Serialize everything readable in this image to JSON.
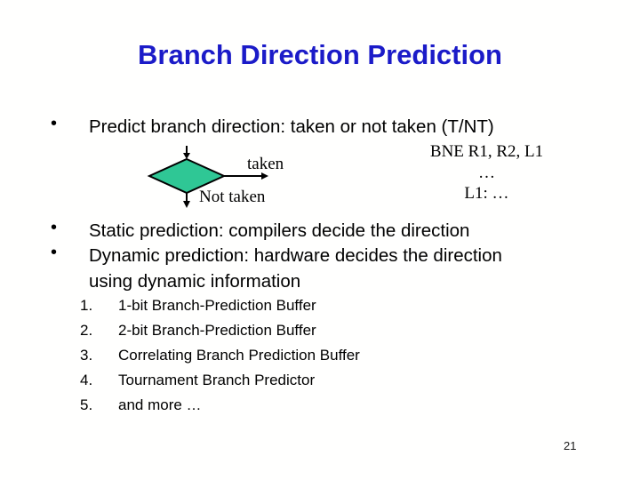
{
  "slide": {
    "title": "Branch Direction Prediction",
    "bullet_char": "•",
    "bullets": [
      {
        "text": "Predict branch direction: taken or not taken (T/NT)"
      },
      {
        "text": "Static prediction: compilers decide the direction"
      },
      {
        "text": "Dynamic prediction: hardware decides the direction using dynamic information"
      }
    ],
    "diagram": {
      "taken_label": "taken",
      "not_taken_label": "Not taken",
      "code_lines": [
        "BNE R1, R2, L1",
        "…",
        "L1: …"
      ]
    },
    "numbered_list": [
      {
        "num": "1.",
        "text": "1-bit Branch-Prediction Buffer"
      },
      {
        "num": "2.",
        "text": "2-bit Branch-Prediction Buffer"
      },
      {
        "num": "3.",
        "text": "Correlating Branch Prediction Buffer"
      },
      {
        "num": "4.",
        "text": "Tournament Branch Predictor"
      },
      {
        "num": "5.",
        "text": "and more …"
      }
    ],
    "page_number": "21",
    "colors": {
      "title_blue": "#1b1bc8",
      "diamond_fill": "#2fc795",
      "text": "#000000",
      "background": "#fffffe"
    }
  }
}
